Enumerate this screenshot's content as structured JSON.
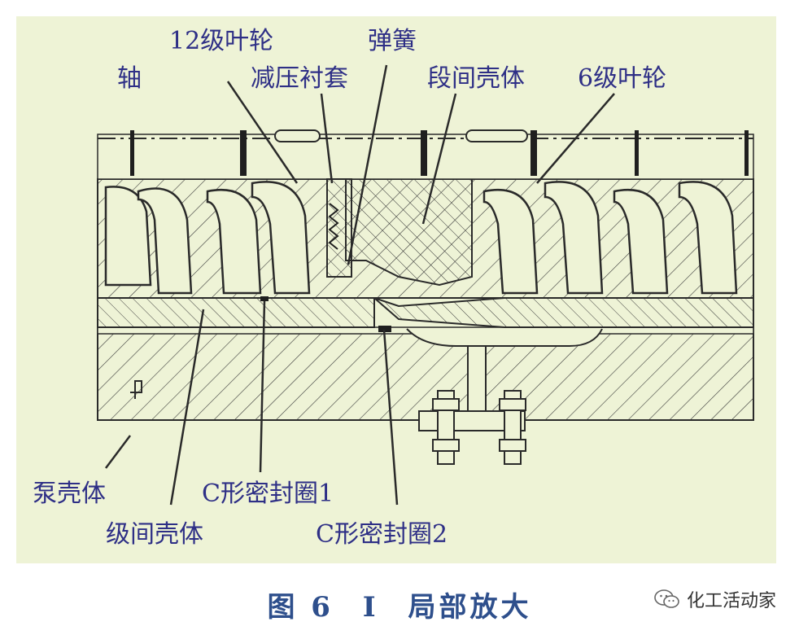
{
  "labels": {
    "shaft": "轴",
    "impeller12": "12级叶轮",
    "pressure_sleeve": "减压衬套",
    "spring": "弹簧",
    "section_casing": "段间壳体",
    "impeller6": "6级叶轮",
    "pump_casing": "泵壳体",
    "stage_casing": "级间壳体",
    "c_seal1": "C形密封圈1",
    "c_seal2": "C形密封圈2"
  },
  "caption": {
    "fig": "图 6",
    "roman": "I",
    "title": "局部放大"
  },
  "watermark": {
    "text": "化工活动家",
    "icon": "wechat-icon"
  },
  "colors": {
    "background": "#eef3d6",
    "label": "#2e2f86",
    "caption": "#2e4f8c",
    "line": "#2a2a2a"
  }
}
